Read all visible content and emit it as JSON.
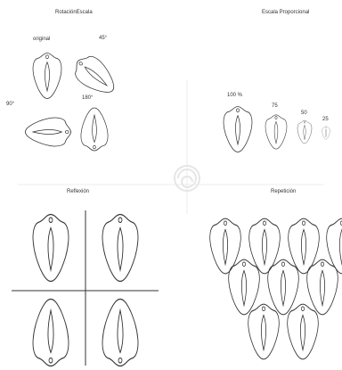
{
  "quadrants": {
    "rotation": {
      "title": "RotaciónEscala",
      "labels": {
        "original": "original",
        "deg45": "45°",
        "deg90": "90°",
        "deg180": "180°"
      }
    },
    "proportional_scale": {
      "title": "Escala Proporcional",
      "labels": {
        "p100": "100 %",
        "p75": "75",
        "p50": "50",
        "p25": "25"
      },
      "scales": [
        1.0,
        0.75,
        0.5,
        0.25
      ]
    },
    "reflection": {
      "title": "Reflexión"
    },
    "repetition": {
      "title": "Repetición"
    }
  },
  "colors": {
    "stroke": "#333333",
    "divider": "#e6e6e6",
    "watermark": "#e9e9e9"
  }
}
